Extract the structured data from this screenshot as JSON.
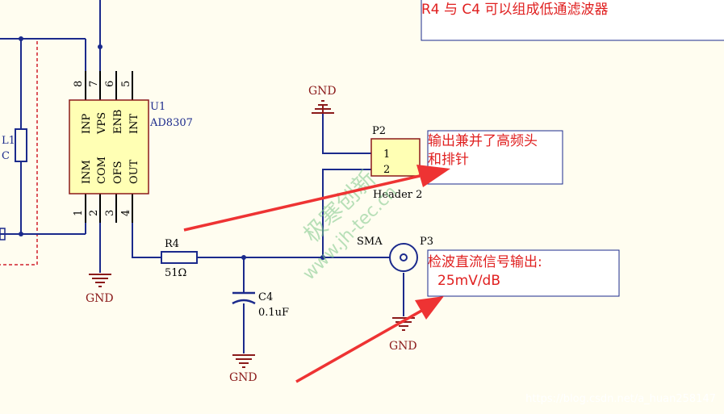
{
  "notes": {
    "top": "R4 与 C4 可以组成低通滤波器",
    "header_line1": "输出兼并了高频头",
    "header_line2": "和排针",
    "dc_line1": "检波直流信号输出:",
    "dc_line2": "25mV/dB"
  },
  "ic": {
    "ref": "U1",
    "part": "AD8307",
    "pins_top_nums": [
      "8",
      "7",
      "6",
      "5"
    ],
    "pins_top_names": [
      "INP",
      "VPS",
      "ENB",
      "INT"
    ],
    "pins_bottom_nums": [
      "1",
      "2",
      "3",
      "4"
    ],
    "pins_bottom_names": [
      "INM",
      "COM",
      "OFS",
      "OUT"
    ]
  },
  "left_part": {
    "ref": "L1",
    "value": "C"
  },
  "resistor": {
    "ref": "R4",
    "value": "51Ω"
  },
  "capacitor": {
    "ref": "C4",
    "value": "0.1uF"
  },
  "header": {
    "ref": "P2",
    "name": "Header 2",
    "pin1": "1",
    "pin2": "2"
  },
  "connector": {
    "ref": "P3",
    "type": "SMA"
  },
  "gnd_label": "GND",
  "watermark": {
    "cn": "极寒创新",
    "url": "www.jh-tec.cn"
  },
  "credit": "https://blog.csdn.net/a_huan258147"
}
